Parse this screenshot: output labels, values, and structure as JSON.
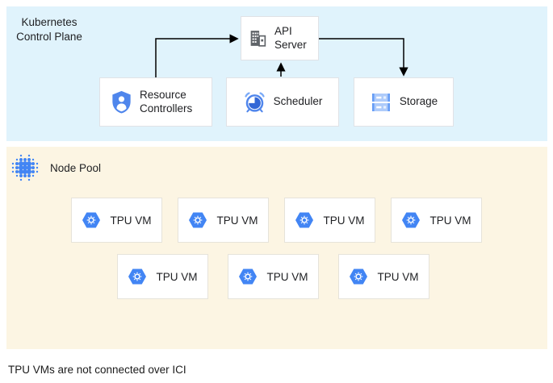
{
  "diagram": {
    "caption": "TPU VMs are not connected over ICI"
  },
  "control_plane": {
    "title": "Kubernetes Control Plane",
    "api_server": {
      "label": "API Server",
      "icon": "building-icon"
    },
    "resource_controllers": {
      "label": "Resource Controllers",
      "icon": "shield-user-icon"
    },
    "scheduler": {
      "label": "Scheduler",
      "icon": "alarm-clock-icon"
    },
    "storage": {
      "label": "Storage",
      "icon": "server-stack-icon"
    },
    "edges": [
      "resource-controllers -> api-server",
      "scheduler -> api-server",
      "api-server -> storage"
    ]
  },
  "node_pool": {
    "title": "Node Pool",
    "icon": "dot-cluster-icon",
    "vm_label": "TPU VM",
    "vm_icon": "hexagon-gear-icon",
    "vm_count": 7,
    "row_layout": [
      4,
      3
    ]
  },
  "colors": {
    "control_plane_bg": "#e0f3fc",
    "node_pool_bg": "#fcf5e3",
    "node_border": "#e0e2e6",
    "google_blue": "#4285f4",
    "icon_blue_mid": "#669df6",
    "icon_blue_light": "#aecbfa",
    "icon_gray": "#5f6368",
    "arrow": "#000000",
    "text": "#202124"
  }
}
